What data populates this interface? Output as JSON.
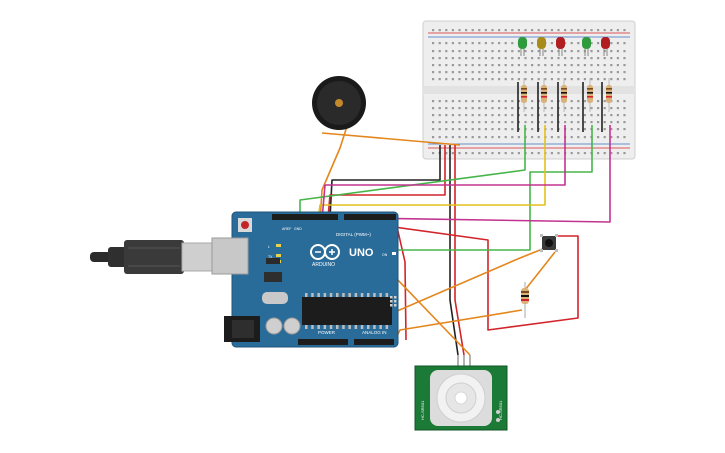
{
  "colors": {
    "arduino_board": "#2a6c99",
    "arduino_edge": "#1f557a",
    "pcb_green": "#1b7a35",
    "wire_red": "#d2242a",
    "wire_black": "#222222",
    "wire_orange": "#e4861b",
    "wire_green": "#46b54a",
    "wire_yellow": "#e2c11c",
    "wire_magenta": "#c2338f",
    "led_green": "#2f9b3c",
    "led_yellow": "#a88b19",
    "led_red": "#b01e22",
    "breadboard": "#eeeeee"
  },
  "arduino": {
    "name": "UNO",
    "brand": "ARDUINO",
    "header_digital": "DIGITAL (PWM~)",
    "header_power": "POWER",
    "header_analog": "ANALOG IN",
    "pin_aref": "AREF",
    "pin_gnd": "GND",
    "label_tx": "TX",
    "label_rx": "RX",
    "label_l": "L",
    "label_on": "ON"
  },
  "pir": {
    "label_left": "HC-SR501",
    "label_right": "HC-SR501"
  },
  "icons": {
    "buzzer": "piezo-buzzer-icon",
    "usb": "usb-cable-icon",
    "power_jack": "dc-jack-icon",
    "push_button": "push-button-icon",
    "pir": "pir-sensor-icon"
  }
}
